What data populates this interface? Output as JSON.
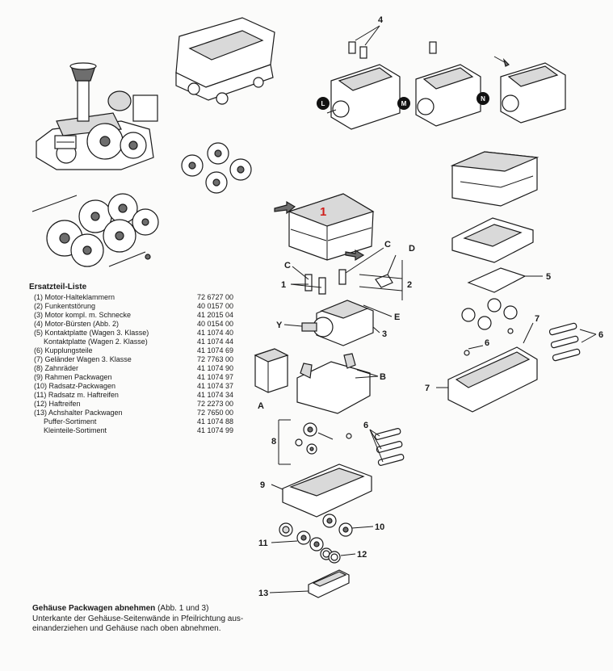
{
  "labels": {
    "housing_number": "1",
    "n1": "1",
    "n2": "2",
    "n3": "3",
    "n4": "4",
    "n5": "5",
    "n6a": "6",
    "n6b": "6",
    "n6c": "6",
    "n7a": "7",
    "n7b": "7",
    "n8": "8",
    "n9": "9",
    "n10": "10",
    "n11": "11",
    "n12": "12",
    "n13": "13",
    "la": "A",
    "lb": "B",
    "lc1": "C",
    "lc2": "C",
    "ld": "D",
    "le": "E",
    "ly": "Y"
  },
  "motor_variants": [
    "L",
    "M",
    "N"
  ],
  "parts_list": {
    "title": "Ersatzteil-Liste",
    "items": [
      {
        "name": "(1) Motor-Halteklammern",
        "number": "72 6727 00"
      },
      {
        "name": "(2) Funkentstörung",
        "number": "40 0157 00"
      },
      {
        "name": "(3) Motor kompl. m. Schnecke",
        "number": "41 2015 04"
      },
      {
        "name": "(4) Motor-Bürsten (Abb. 2)",
        "number": "40 0154 00"
      },
      {
        "name": "(5) Kontaktplatte (Wagen 3. Klasse)",
        "number": "41 1074 40"
      },
      {
        "name": "Kontaktplatte (Wagen 2. Klasse)",
        "number": "41 1074 44",
        "indent": true
      },
      {
        "name": "(6) Kupplungsteile",
        "number": "41 1074 69"
      },
      {
        "name": "(7) Geländer Wagen 3. Klasse",
        "number": "72 7763 00"
      },
      {
        "name": "(8) Zahnräder",
        "number": "41 1074 90"
      },
      {
        "name": "(9) Rahmen Packwagen",
        "number": "41 1074 97"
      },
      {
        "name": "(10) Radsatz-Packwagen",
        "number": "41 1074 37"
      },
      {
        "name": "(11) Radsatz m. Haftreifen",
        "number": "41 1074 34"
      },
      {
        "name": "(12) Haftreifen",
        "number": "72 2273 00"
      },
      {
        "name": "(13) Achshalter Packwagen",
        "number": "72 7650 00"
      },
      {
        "name": "Puffer-Sortiment",
        "number": "41 1074 88",
        "indent": true
      },
      {
        "name": "Kleinteile-Sortiment",
        "number": "41 1074 99",
        "indent": true
      }
    ]
  },
  "instructions": {
    "heading_bold": "Gehäuse Packwagen abnehmen",
    "heading_ref": "(Abb. 1 und 3)",
    "line1": "Unterkante der Gehäuse-Seitenwände in Pfeilrichtung aus-",
    "line2": "einanderziehen und Gehäuse nach oben abnehmen."
  },
  "colors": {
    "accent_red": "#d0201c",
    "ink": "#1a1a1a",
    "paper": "#fbfbfa"
  }
}
